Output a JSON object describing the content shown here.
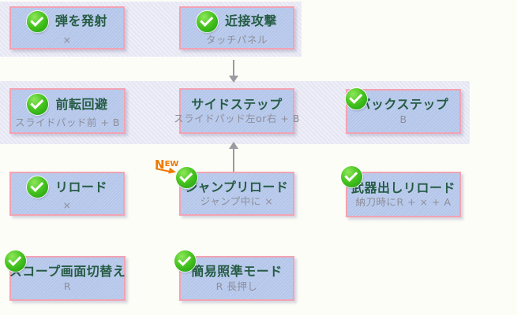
{
  "colors": {
    "page_bg": "#fcfdf7",
    "band_bg": "#e7e7f4",
    "box_fill": "#b4c6ea",
    "box_border": "#f2a3b3",
    "title_text": "#265c44",
    "sub_text": "#8e8e99",
    "arrow_gray": "#9a9aa0",
    "new_orange": "#f07800",
    "check_green": "#2eae12"
  },
  "nodes": [
    {
      "title": "弾を発射",
      "sub": "×",
      "checked": true,
      "icon": "check-icon"
    },
    {
      "title": "近接攻撃",
      "sub": "タッチパネル",
      "checked": true,
      "icon": "check-icon"
    },
    {
      "title": "前転回避",
      "sub": "スライドパッド前 + B",
      "checked": true,
      "icon": "check-icon"
    },
    {
      "title": "サイドステップ",
      "sub": "スライドパッド左or右 + B",
      "checked": false
    },
    {
      "title": "バックステップ",
      "sub": "B",
      "checked": true,
      "icon": "check-icon"
    },
    {
      "title": "リロード",
      "sub": "×",
      "checked": true,
      "icon": "check-icon"
    },
    {
      "title": "ジャンプリロード",
      "sub": "ジャンプ中に ×",
      "checked": true,
      "icon": "check-icon",
      "badge": "NEW"
    },
    {
      "title": "武器出しリロード",
      "sub": "納刀時にR + × + A",
      "checked": true,
      "icon": "check-icon"
    },
    {
      "title": "スコープ画面切替え",
      "sub": "R",
      "checked": true,
      "icon": "check-icon"
    },
    {
      "title": "簡易照準モード",
      "sub": "R 長押し",
      "checked": true,
      "icon": "check-icon"
    }
  ],
  "new_badge": {
    "n": "N",
    "ew": "EW"
  }
}
